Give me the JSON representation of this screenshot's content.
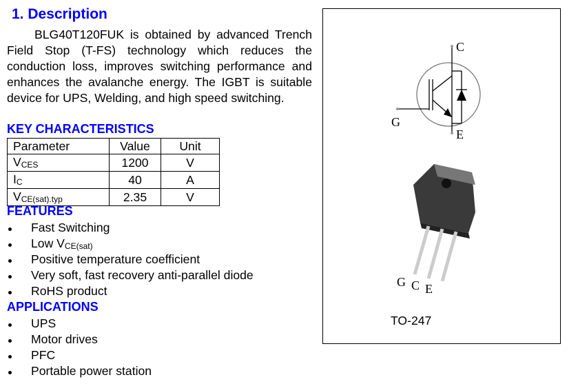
{
  "heading": "1.  Description",
  "description": "BLG40T120FUK is obtained by advanced Trench Field Stop (T-FS) technology which reduces the conduction loss, improves switching performance and enhances the avalanche energy. The IGBT is suitable device for UPS, Welding, and high speed switching.",
  "key_title": "KEY CHARACTERISTICS",
  "table": {
    "headers": [
      "Parameter",
      "Value",
      "Unit"
    ],
    "rows": [
      {
        "p": "V",
        "ps": "CES",
        "v": "1200",
        "u": "V"
      },
      {
        "p": "I",
        "ps": "C",
        "v": "40",
        "u": "A"
      },
      {
        "p": "V",
        "ps": "CE(sat).typ",
        "v": "2.35",
        "u": "V"
      }
    ]
  },
  "features_title": "FEATURES",
  "features": [
    "Fast Switching",
    "Low V",
    "Positive temperature coefficient",
    "Very soft, fast recovery anti-parallel diode",
    "RoHS product"
  ],
  "feature_low_sub": "CE(sat)",
  "applications_title": "APPLICATIONS",
  "applications": [
    "UPS",
    "Motor drives",
    "PFC",
    "Portable power station"
  ],
  "symbol": {
    "c": "C",
    "g": "G",
    "e": "E"
  },
  "package": {
    "pins": [
      "G",
      "C",
      "E"
    ],
    "name": "TO-247"
  }
}
